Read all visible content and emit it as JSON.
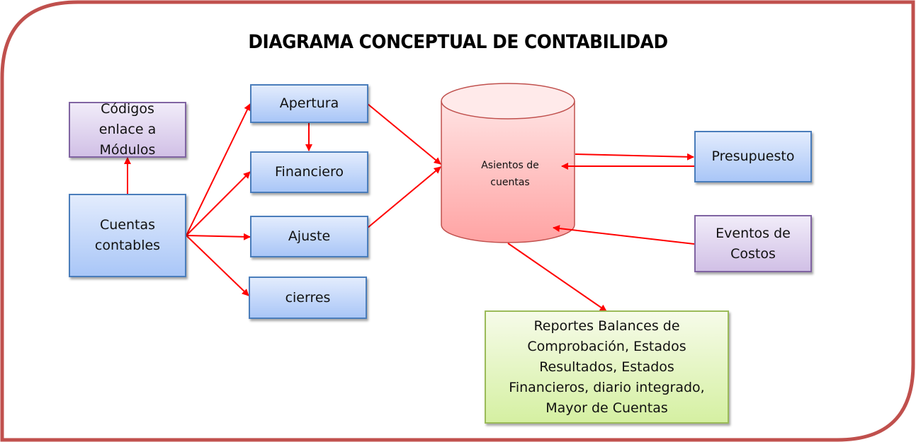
{
  "title": "DIAGRAMA CONCEPTUAL DE CONTABILIDAD",
  "colors": {
    "frame_border": "#c0504d",
    "arrow": "#ff0000",
    "blue_fill": "#a9c6f7",
    "purple_fill": "#d1c0e6",
    "green_fill": "#d5f0a2",
    "cylinder_fill": "#ffb3b3"
  },
  "nodes": {
    "codigos": "Códigos\nenlace a\nMódulos",
    "cuentas": "Cuentas\ncontables",
    "apertura": "Apertura",
    "financiero": "Financiero",
    "ajuste": "Ajuste",
    "cierres": "cierres",
    "asientos": "Asientos de\ncuentas",
    "presupuesto": "Presupuesto",
    "eventos": "Eventos de\nCostos",
    "reportes": "Reportes  Balances de\nComprobación, Estados\nResultados, Estados\nFinancieros,  diario integrado,\nMayor de Cuentas"
  },
  "edges": [
    {
      "from": "Cuentas contables",
      "to": "Códigos enlace a Módulos"
    },
    {
      "from": "Cuentas contables",
      "to": "Apertura"
    },
    {
      "from": "Cuentas contables",
      "to": "Financiero"
    },
    {
      "from": "Cuentas contables",
      "to": "Ajuste"
    },
    {
      "from": "Cuentas contables",
      "to": "cierres"
    },
    {
      "from": "Apertura",
      "to": "Financiero"
    },
    {
      "from": "Apertura",
      "to": "Asientos de cuentas"
    },
    {
      "from": "Ajuste",
      "to": "Asientos de cuentas"
    },
    {
      "from": "Asientos de cuentas",
      "to": "Presupuesto"
    },
    {
      "from": "Presupuesto",
      "to": "Asientos de cuentas"
    },
    {
      "from": "Eventos de Costos",
      "to": "Asientos de cuentas"
    },
    {
      "from": "Asientos de cuentas",
      "to": "Reportes"
    }
  ]
}
